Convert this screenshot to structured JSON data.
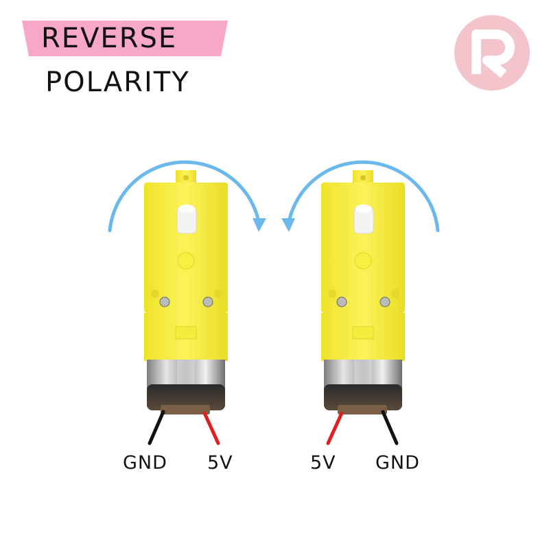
{
  "title": {
    "line1": "REVERSE",
    "line2": "POLARITY",
    "banner_color": "#f7a8c8"
  },
  "logo": {
    "icon": "r-logo-icon",
    "color": "#f3c4cc"
  },
  "left_motor": {
    "rotation": "clockwise",
    "wires": [
      {
        "label": "GND",
        "color": "#111111"
      },
      {
        "label": "5V",
        "color": "#e01e1e"
      }
    ]
  },
  "right_motor": {
    "rotation": "counterclockwise",
    "wires": [
      {
        "label": "5V",
        "color": "#e01e1e"
      },
      {
        "label": "GND",
        "color": "#111111"
      }
    ]
  },
  "colors": {
    "arrow": "#6bb9ec",
    "gearbox": "#f7ee3a",
    "motor_can": "#c8c8c8"
  }
}
